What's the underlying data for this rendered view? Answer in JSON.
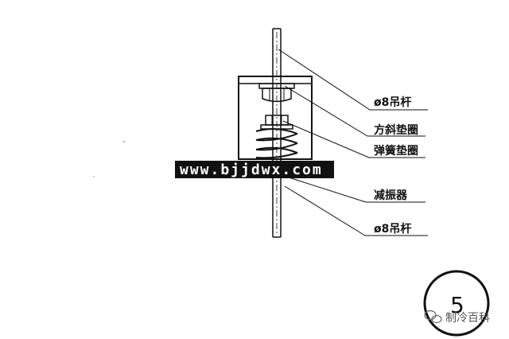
{
  "labels": {
    "top_rod": "ø8吊杆",
    "square_washer": "方斜垫圈",
    "spring_washer": "弹簧垫圈",
    "damper": "减振器",
    "bottom_rod": "ø8吊杆"
  },
  "banner": {
    "text": "www.bjjdwx.com"
  },
  "badge": {
    "number": "5"
  },
  "watermark": {
    "text": "制冷百科"
  },
  "colors": {
    "line": "#111111",
    "banner_bg": "#111111",
    "banner_fg": "#ffffff"
  }
}
